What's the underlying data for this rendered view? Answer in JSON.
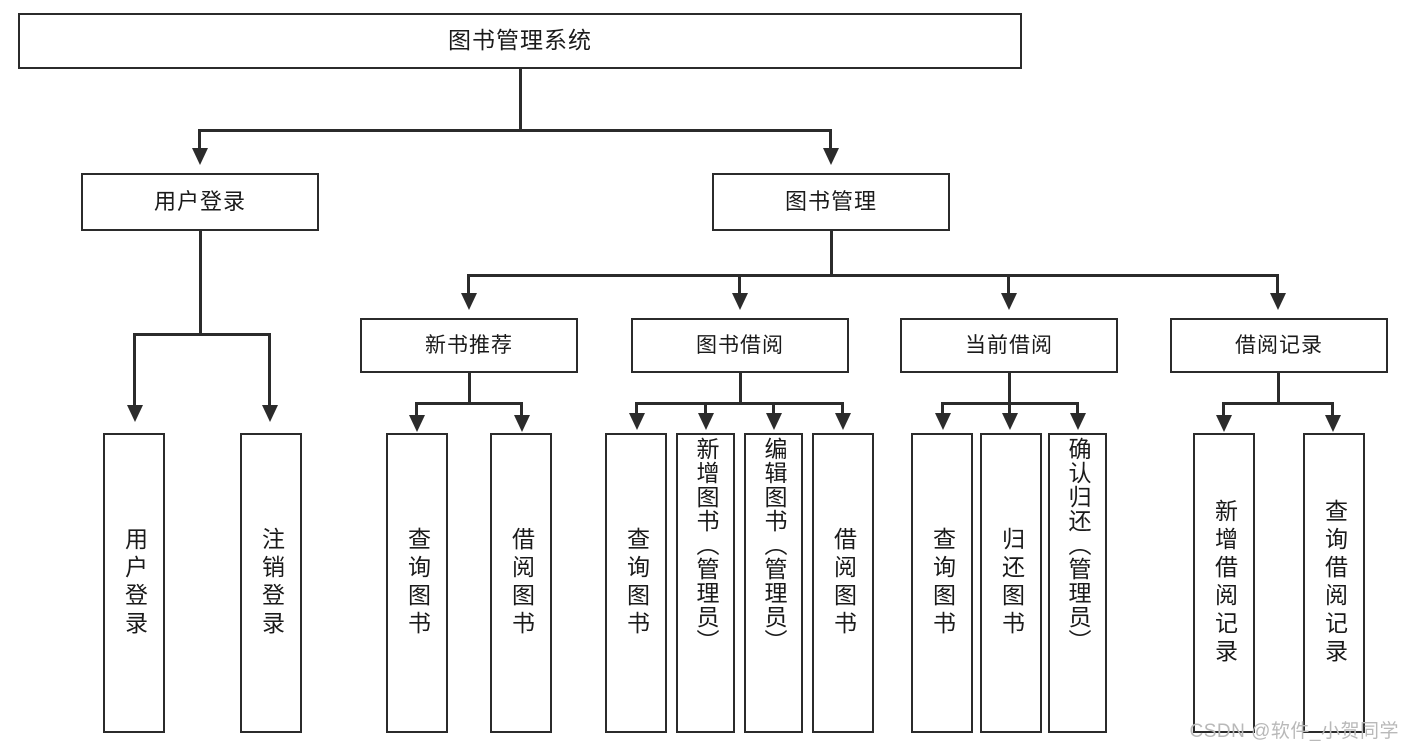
{
  "diagram": {
    "type": "tree-hierarchy",
    "title": "图书管理系统",
    "root": {
      "label": "图书管理系统"
    },
    "level2": [
      {
        "id": "user-login",
        "label": "用户登录"
      },
      {
        "id": "book-manage",
        "label": "图书管理"
      }
    ],
    "level3": [
      {
        "id": "new-book-rec",
        "label": "新书推荐"
      },
      {
        "id": "book-borrow",
        "label": "图书借阅"
      },
      {
        "id": "current-borrow",
        "label": "当前借阅"
      },
      {
        "id": "borrow-record",
        "label": "借阅记录"
      }
    ],
    "leaves": {
      "user_login": [
        {
          "id": "leaf-user-login",
          "label": "用户登录"
        },
        {
          "id": "leaf-user-logout",
          "label": "注销登录"
        }
      ],
      "new_book_rec": [
        {
          "id": "leaf-query-book-1",
          "label": "查询图书"
        },
        {
          "id": "leaf-borrow-book-1",
          "label": "借阅图书"
        }
      ],
      "book_borrow": [
        {
          "id": "leaf-query-book-2",
          "label": "查询图书"
        },
        {
          "id": "leaf-add-book",
          "label": "新增图书（管理员）"
        },
        {
          "id": "leaf-edit-book",
          "label": "编辑图书（管理员）"
        },
        {
          "id": "leaf-borrow-book-2",
          "label": "借阅图书"
        }
      ],
      "current_borrow": [
        {
          "id": "leaf-query-book-3",
          "label": "查询图书"
        },
        {
          "id": "leaf-return-book",
          "label": "归还图书"
        },
        {
          "id": "leaf-confirm-return",
          "label": "确认归还（管理员）"
        }
      ],
      "borrow_record": [
        {
          "id": "leaf-add-record",
          "label": "新增借阅记录"
        },
        {
          "id": "leaf-query-record",
          "label": "查询借阅记录"
        }
      ]
    }
  },
  "watermark": {
    "text": "CSDN @软件_小贺同学"
  },
  "colors": {
    "stroke": "#2b2b2b",
    "background": "#ffffff",
    "text": "#1a1a1a",
    "watermark": "#b9b9b9"
  }
}
